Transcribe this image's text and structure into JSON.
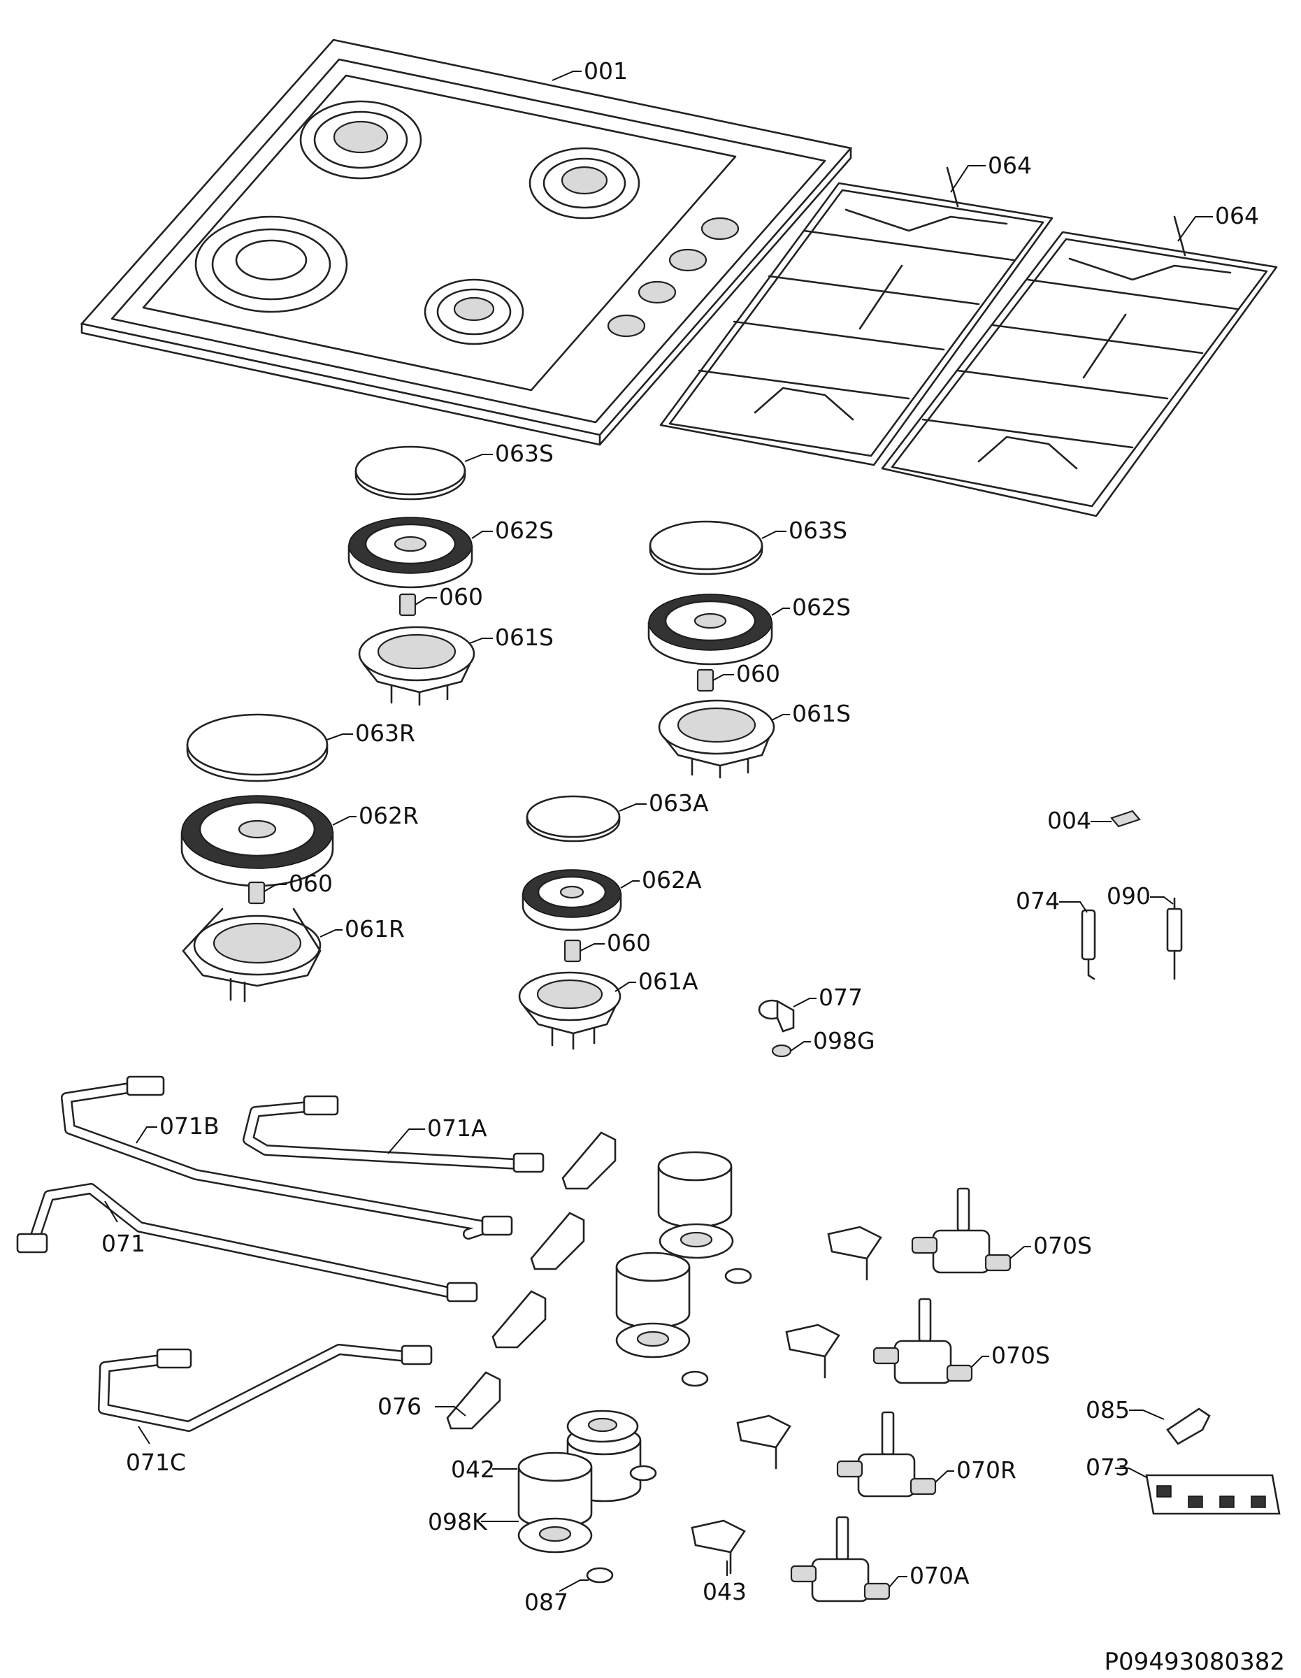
{
  "diagram": {
    "document_number": "P09493080382",
    "labels": {
      "l001": "001",
      "l064a": "064",
      "l064b": "064",
      "l063s_1": "063S",
      "l062s_1": "062S",
      "l060_1": "060",
      "l061s_1": "061S",
      "l063s_2": "063S",
      "l062s_2": "062S",
      "l060_2": "060",
      "l061s_2": "061S",
      "l063r": "063R",
      "l062r": "062R",
      "l060_3": "060",
      "l061r": "061R",
      "l063a": "063A",
      "l062a": "062A",
      "l060_4": "060",
      "l061a": "061A",
      "l004": "004",
      "l074": "074",
      "l090": "090",
      "l077": "077",
      "l098g": "098G",
      "l071b": "071B",
      "l071a": "071A",
      "l071": "071",
      "l071c": "071C",
      "l076": "076",
      "l042": "042",
      "l098k": "098K",
      "l087": "087",
      "l043": "043",
      "l070s_1": "070S",
      "l070s_2": "070S",
      "l070r": "070R",
      "l070a": "070A",
      "l085": "085",
      "l073": "073"
    }
  }
}
